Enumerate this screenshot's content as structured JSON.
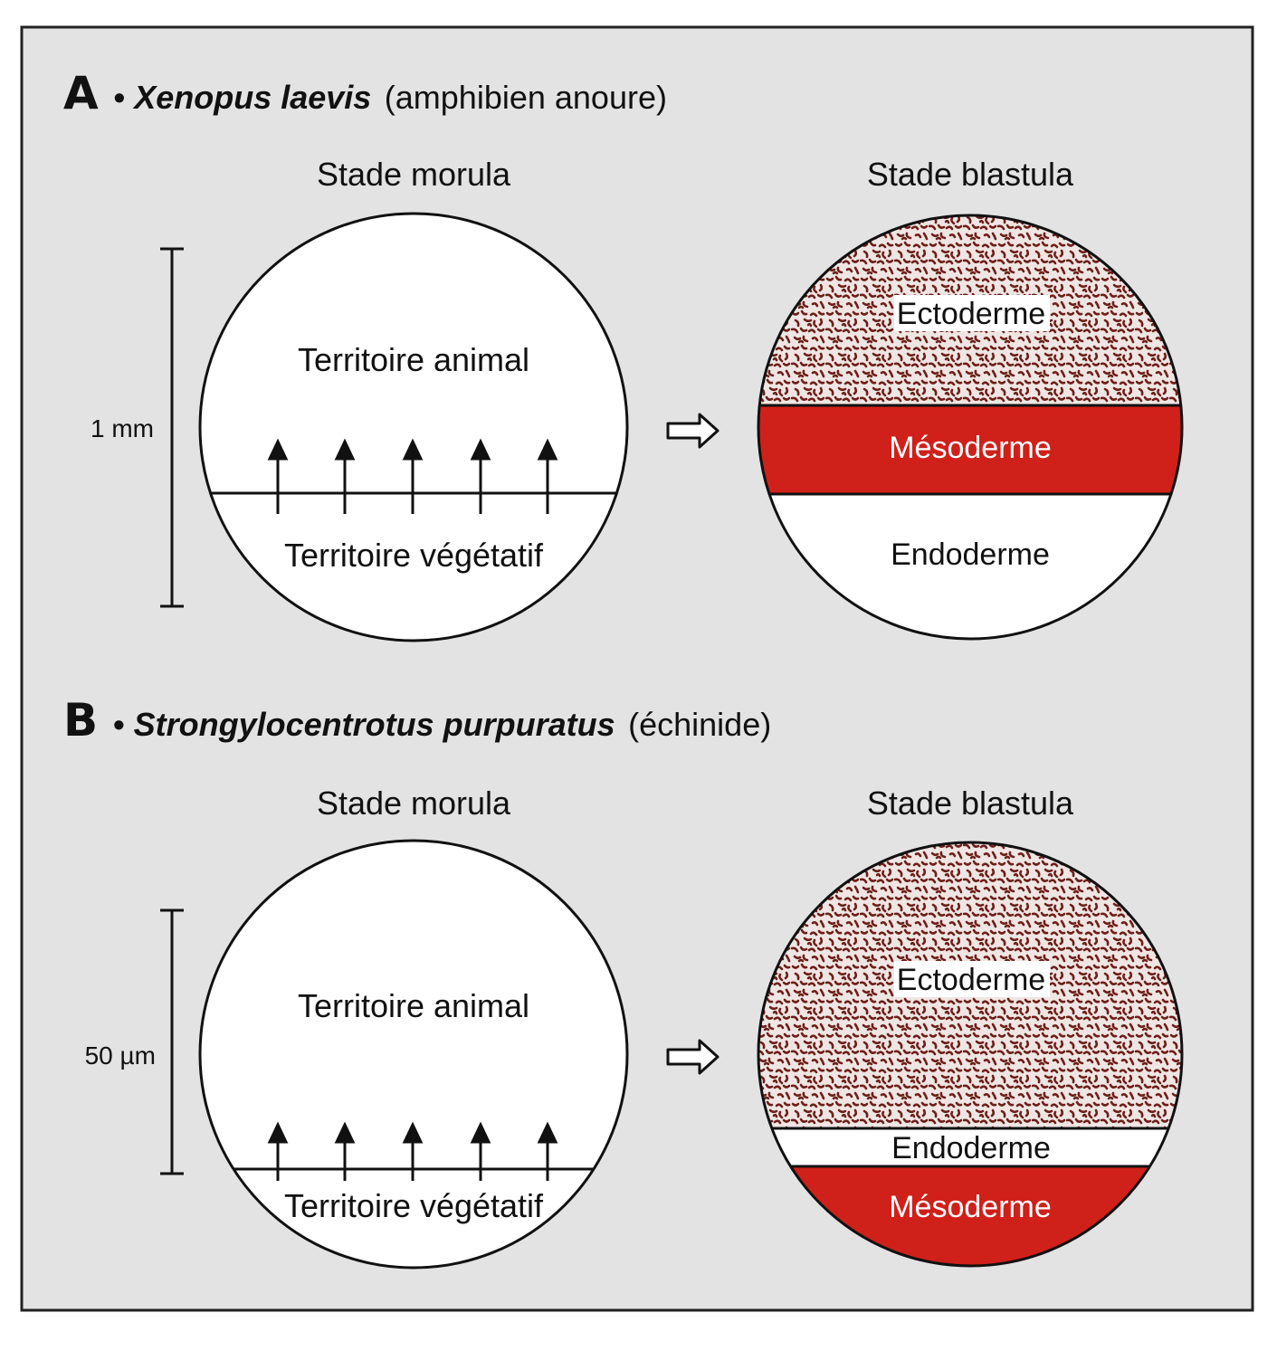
{
  "colors": {
    "background": "#e3e3e3",
    "frame": "#222222",
    "mesoderm": "#d0201a",
    "ectoderm_speckle": "#6e1f1a",
    "ectoderm_base": "#efe6e4",
    "white": "#ffffff"
  },
  "panel_a": {
    "letter": "A",
    "bullet": "•",
    "species": "Xenopus laevis",
    "group": "(amphibien anoure)",
    "morula": {
      "title": "Stade morula",
      "animal": "Territoire animal",
      "vegetal": "Territoire végétatif"
    },
    "scale": "1 mm",
    "arrow_icon": "right-outline-arrow",
    "blastula": {
      "title": "Stade blastula",
      "ectoderm": "Ectoderme",
      "mesoderm": "Mésoderme",
      "endoderm": "Endoderme"
    }
  },
  "panel_b": {
    "letter": "B",
    "bullet": "•",
    "species": "Strongylocentrotus purpuratus",
    "group": "(échinide)",
    "morula": {
      "title": "Stade morula",
      "animal": "Territoire animal",
      "vegetal": "Territoire végétatif"
    },
    "scale": "50 µm",
    "arrow_icon": "right-outline-arrow",
    "blastula": {
      "title": "Stade blastula",
      "ectoderm": "Ectoderme",
      "endoderm": "Endoderme",
      "mesoderm": "Mésoderme"
    }
  }
}
